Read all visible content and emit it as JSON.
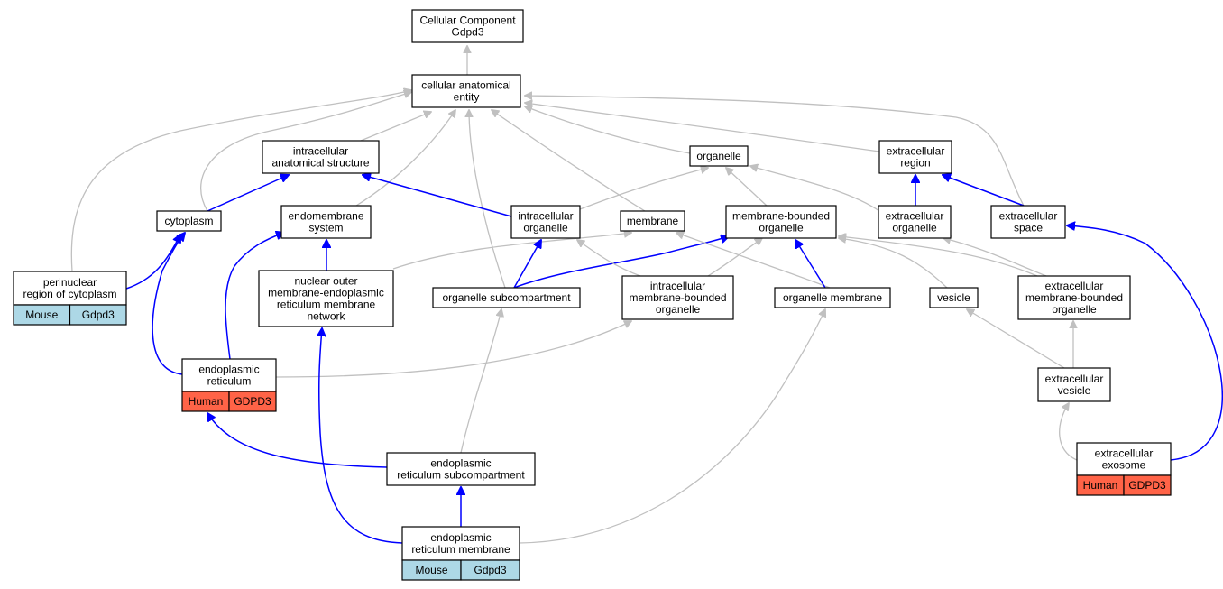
{
  "nodes": {
    "root": {
      "lines": [
        "Cellular Component",
        "Gdpd3"
      ]
    },
    "cae": {
      "lines": [
        "cellular anatomical",
        "entity"
      ]
    },
    "ias": {
      "lines": [
        "intracellular",
        "anatomical structure"
      ]
    },
    "organelle": {
      "lines": [
        "organelle"
      ]
    },
    "ecregion": {
      "lines": [
        "extracellular",
        "region"
      ]
    },
    "cytoplasm": {
      "lines": [
        "cytoplasm"
      ]
    },
    "endomembrane": {
      "lines": [
        "endomembrane",
        "system"
      ]
    },
    "intorg": {
      "lines": [
        "intracellular",
        "organelle"
      ]
    },
    "membrane": {
      "lines": [
        "membrane"
      ]
    },
    "mbo": {
      "lines": [
        "membrane-bounded",
        "organelle"
      ]
    },
    "ecorg": {
      "lines": [
        "extracellular",
        "organelle"
      ]
    },
    "ecspace": {
      "lines": [
        "extracellular",
        "space"
      ]
    },
    "perinuc": {
      "lines": [
        "perinuclear",
        "region of cytoplasm"
      ],
      "annotations": [
        {
          "species": "Mouse",
          "gene": "Gdpd3",
          "color": "#add8e6"
        }
      ]
    },
    "nomer": {
      "lines": [
        "nuclear outer",
        "membrane-endoplasmic",
        "reticulum membrane",
        "network"
      ]
    },
    "orgsub": {
      "lines": [
        "organelle subcompartment"
      ]
    },
    "imbo": {
      "lines": [
        "intracellular",
        "membrane-bounded",
        "organelle"
      ]
    },
    "orgmem": {
      "lines": [
        "organelle membrane"
      ]
    },
    "vesicle": {
      "lines": [
        "vesicle"
      ]
    },
    "embo": {
      "lines": [
        "extracellular",
        "membrane-bounded",
        "organelle"
      ]
    },
    "er": {
      "lines": [
        "endoplasmic",
        "reticulum"
      ],
      "annotations": [
        {
          "species": "Human",
          "gene": "GDPD3",
          "color": "#ff6347"
        }
      ]
    },
    "ecvesicle": {
      "lines": [
        "extracellular",
        "vesicle"
      ]
    },
    "ersub": {
      "lines": [
        "endoplasmic",
        "reticulum subcompartment"
      ]
    },
    "exosome": {
      "lines": [
        "extracellular",
        "exosome"
      ],
      "annotations": [
        {
          "species": "Human",
          "gene": "GDPD3",
          "color": "#ff6347"
        }
      ]
    },
    "ermem": {
      "lines": [
        "endoplasmic",
        "reticulum membrane"
      ],
      "annotations": [
        {
          "species": "Mouse",
          "gene": "Gdpd3",
          "color": "#add8e6"
        }
      ]
    }
  },
  "edges": [
    {
      "from": "cae",
      "to": "root",
      "type": "is_a"
    },
    {
      "from": "ias",
      "to": "cae",
      "type": "is_a"
    },
    {
      "from": "organelle",
      "to": "cae",
      "type": "is_a"
    },
    {
      "from": "ecregion",
      "to": "cae",
      "type": "is_a"
    },
    {
      "from": "cytoplasm",
      "to": "cae",
      "type": "is_a"
    },
    {
      "from": "endomembrane",
      "to": "cae",
      "type": "is_a"
    },
    {
      "from": "membrane",
      "to": "cae",
      "type": "is_a"
    },
    {
      "from": "ecspace",
      "to": "cae",
      "type": "is_a"
    },
    {
      "from": "perinuc",
      "to": "cae",
      "type": "is_a"
    },
    {
      "from": "orgsub",
      "to": "cae",
      "type": "is_a"
    },
    {
      "from": "cytoplasm",
      "to": "ias",
      "type": "part_of"
    },
    {
      "from": "intorg",
      "to": "ias",
      "type": "part_of"
    },
    {
      "from": "intorg",
      "to": "organelle",
      "type": "is_a"
    },
    {
      "from": "mbo",
      "to": "organelle",
      "type": "is_a"
    },
    {
      "from": "ecorg",
      "to": "organelle",
      "type": "is_a"
    },
    {
      "from": "ecorg",
      "to": "ecregion",
      "type": "part_of"
    },
    {
      "from": "ecspace",
      "to": "ecregion",
      "type": "part_of"
    },
    {
      "from": "perinuc",
      "to": "cytoplasm",
      "type": "part_of"
    },
    {
      "from": "er",
      "to": "cytoplasm",
      "type": "part_of"
    },
    {
      "from": "er",
      "to": "endomembrane",
      "type": "part_of"
    },
    {
      "from": "nomer",
      "to": "endomembrane",
      "type": "part_of"
    },
    {
      "from": "nomer",
      "to": "membrane",
      "type": "is_a"
    },
    {
      "from": "orgsub",
      "to": "intorg",
      "type": "part_of"
    },
    {
      "from": "orgsub",
      "to": "mbo",
      "type": "part_of"
    },
    {
      "from": "imbo",
      "to": "intorg",
      "type": "is_a"
    },
    {
      "from": "imbo",
      "to": "mbo",
      "type": "is_a"
    },
    {
      "from": "orgmem",
      "to": "membrane",
      "type": "is_a"
    },
    {
      "from": "orgmem",
      "to": "mbo",
      "type": "part_of"
    },
    {
      "from": "vesicle",
      "to": "mbo",
      "type": "is_a"
    },
    {
      "from": "embo",
      "to": "mbo",
      "type": "is_a"
    },
    {
      "from": "embo",
      "to": "ecorg",
      "type": "is_a"
    },
    {
      "from": "er",
      "to": "imbo",
      "type": "is_a"
    },
    {
      "from": "ecvesicle",
      "to": "vesicle",
      "type": "is_a"
    },
    {
      "from": "ecvesicle",
      "to": "embo",
      "type": "is_a"
    },
    {
      "from": "exosome",
      "to": "ecvesicle",
      "type": "is_a"
    },
    {
      "from": "exosome",
      "to": "ecspace",
      "type": "part_of"
    },
    {
      "from": "ersub",
      "to": "er",
      "type": "part_of"
    },
    {
      "from": "ersub",
      "to": "orgsub",
      "type": "is_a"
    },
    {
      "from": "ermem",
      "to": "ersub",
      "type": "part_of"
    },
    {
      "from": "ermem",
      "to": "nomer",
      "type": "part_of"
    },
    {
      "from": "ermem",
      "to": "orgmem",
      "type": "is_a"
    }
  ],
  "colors": {
    "is_a_edge": "#c0c0c0",
    "part_of_edge": "#0000ff",
    "mouse": "#add8e6",
    "human": "#ff6347"
  }
}
